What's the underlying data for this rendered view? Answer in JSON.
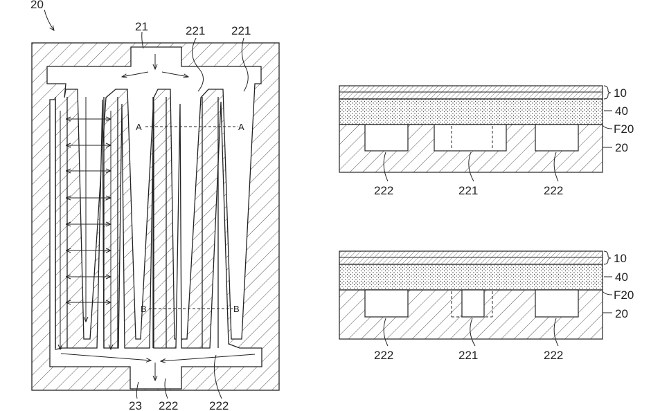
{
  "plan_view": {
    "figure_ref": "20",
    "inlet_ref": "21",
    "outlet_ref": "23",
    "supply_branch_ref_1": "221",
    "supply_branch_ref_2": "221",
    "return_branch_ref_1": "222",
    "return_branch_ref_2": "222",
    "section_a_left": "A",
    "section_a_right": "A",
    "section_b_left": "B",
    "section_b_right": "B"
  },
  "section_a": {
    "layer_top_ref": "10",
    "layer_mid_ref": "40",
    "interface_ref": "F20",
    "substrate_ref": "20",
    "channel_left_ref": "222",
    "channel_center_ref": "221",
    "channel_right_ref": "222"
  },
  "section_b": {
    "layer_top_ref": "10",
    "layer_mid_ref": "40",
    "interface_ref": "F20",
    "substrate_ref": "20",
    "channel_left_ref": "222",
    "channel_center_ref": "221",
    "channel_right_ref": "222"
  },
  "colors": {
    "line": "#222222",
    "background": "#ffffff"
  }
}
